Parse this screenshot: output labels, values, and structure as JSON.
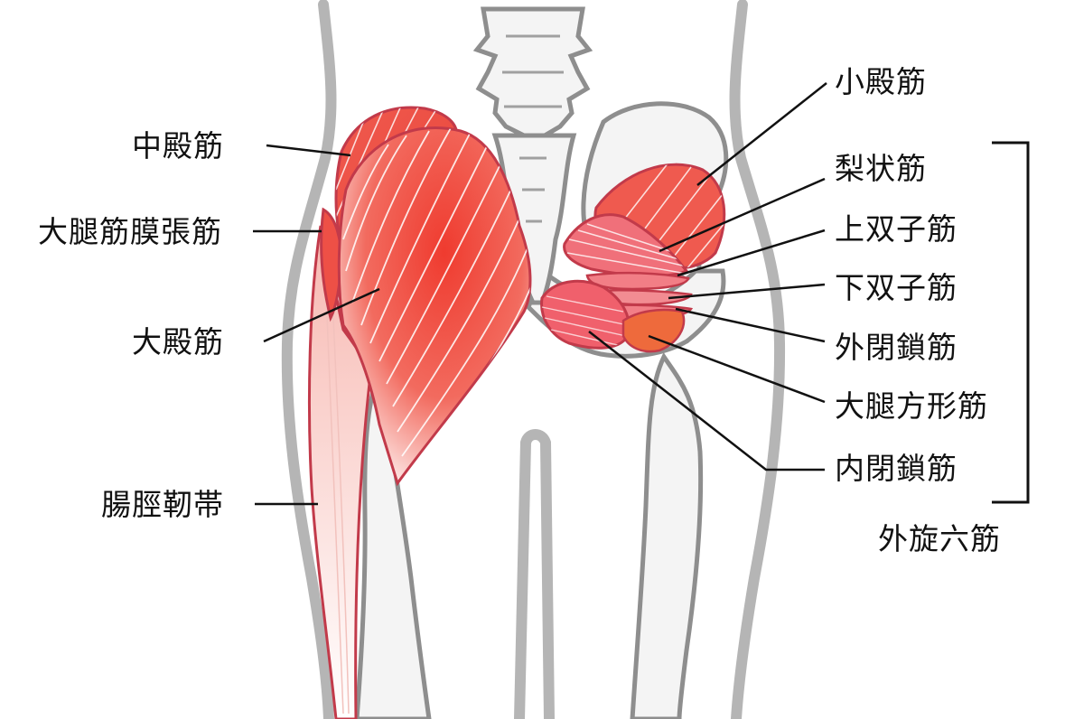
{
  "colors": {
    "muscle_fill": "#ee4a40",
    "muscle_dark": "#d43a35",
    "muscle_outline": "#c23a4a",
    "bone_fill": "#f4f4f4",
    "bone_outline": "#8e8e8e",
    "body_outline": "#b5b5b5",
    "leader_line": "#111111"
  },
  "labels": {
    "left": {
      "gluteus_medius": "中殿筋",
      "tensor_fasciae_latae": "大腿筋膜張筋",
      "gluteus_maximus": "大殿筋",
      "iliotibial_band": "腸脛靭帯"
    },
    "right": {
      "gluteus_minimus": "小殿筋",
      "piriformis": "梨状筋",
      "gemellus_superior": "上双子筋",
      "gemellus_inferior": "下双子筋",
      "obturator_externus": "外閉鎖筋",
      "quadratus_femoris": "大腿方形筋",
      "obturator_internus": "内閉鎖筋"
    },
    "group": "外旋六筋"
  }
}
